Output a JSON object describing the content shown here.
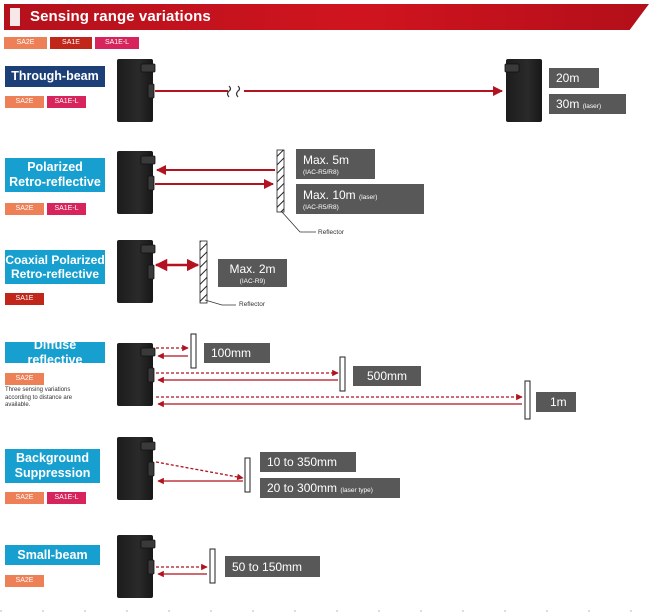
{
  "header": {
    "title": "Sensing range variations"
  },
  "legend": [
    {
      "label": "SA2E"
    },
    {
      "label": "SA1E"
    },
    {
      "label": "SA1E-L"
    }
  ],
  "through_beam": {
    "title": "Through-beam",
    "badges": [
      "SA2E",
      "SA1E-L"
    ],
    "specs": [
      {
        "value": "20m",
        "note": ""
      },
      {
        "value": "30m",
        "note": "(laser)"
      }
    ]
  },
  "polarized": {
    "title_line1": "Polarized",
    "title_line2": "Retro-reflective",
    "badges": [
      "SA2E",
      "SA1E-L"
    ],
    "specs": [
      {
        "value": "Max. 5m",
        "note": "",
        "sub": "(IAC-R5/R8)"
      },
      {
        "value": "Max. 10m",
        "note": "(laser)",
        "sub": "(IAC-R5/R8)"
      }
    ],
    "reflector": "Reflector"
  },
  "coaxial": {
    "title_line1": "Coaxial Polarized",
    "title_line2": "Retro-reflective",
    "badges": [
      "SA1E"
    ],
    "spec": {
      "value": "Max. 2m",
      "sub": "(IAC-R9)"
    },
    "reflector": "Reflector"
  },
  "diffuse": {
    "title": "Diffuse reflective",
    "badges": [
      "SA2E"
    ],
    "note_line1": "Three sensing variations",
    "note_line2": "according to distance are",
    "note_line3": "available.",
    "specs": [
      "100mm",
      "500mm",
      "1m"
    ]
  },
  "background": {
    "title_line1": "Background",
    "title_line2": "Suppression",
    "badges": [
      "SA2E",
      "SA1E-L"
    ],
    "specs": [
      {
        "value": "10 to 350mm",
        "note": ""
      },
      {
        "value": "20 to 300mm",
        "note": "(laser type)"
      }
    ]
  },
  "small_beam": {
    "title": "Small-beam",
    "badges": [
      "SA2E"
    ],
    "spec": "50 to 150mm"
  },
  "colors": {
    "header_red": "#c5121d",
    "navy": "#1d3f78",
    "cyan": "#17a0cf",
    "arrow_red": "#b3121f",
    "spec_gray": "#585858"
  }
}
